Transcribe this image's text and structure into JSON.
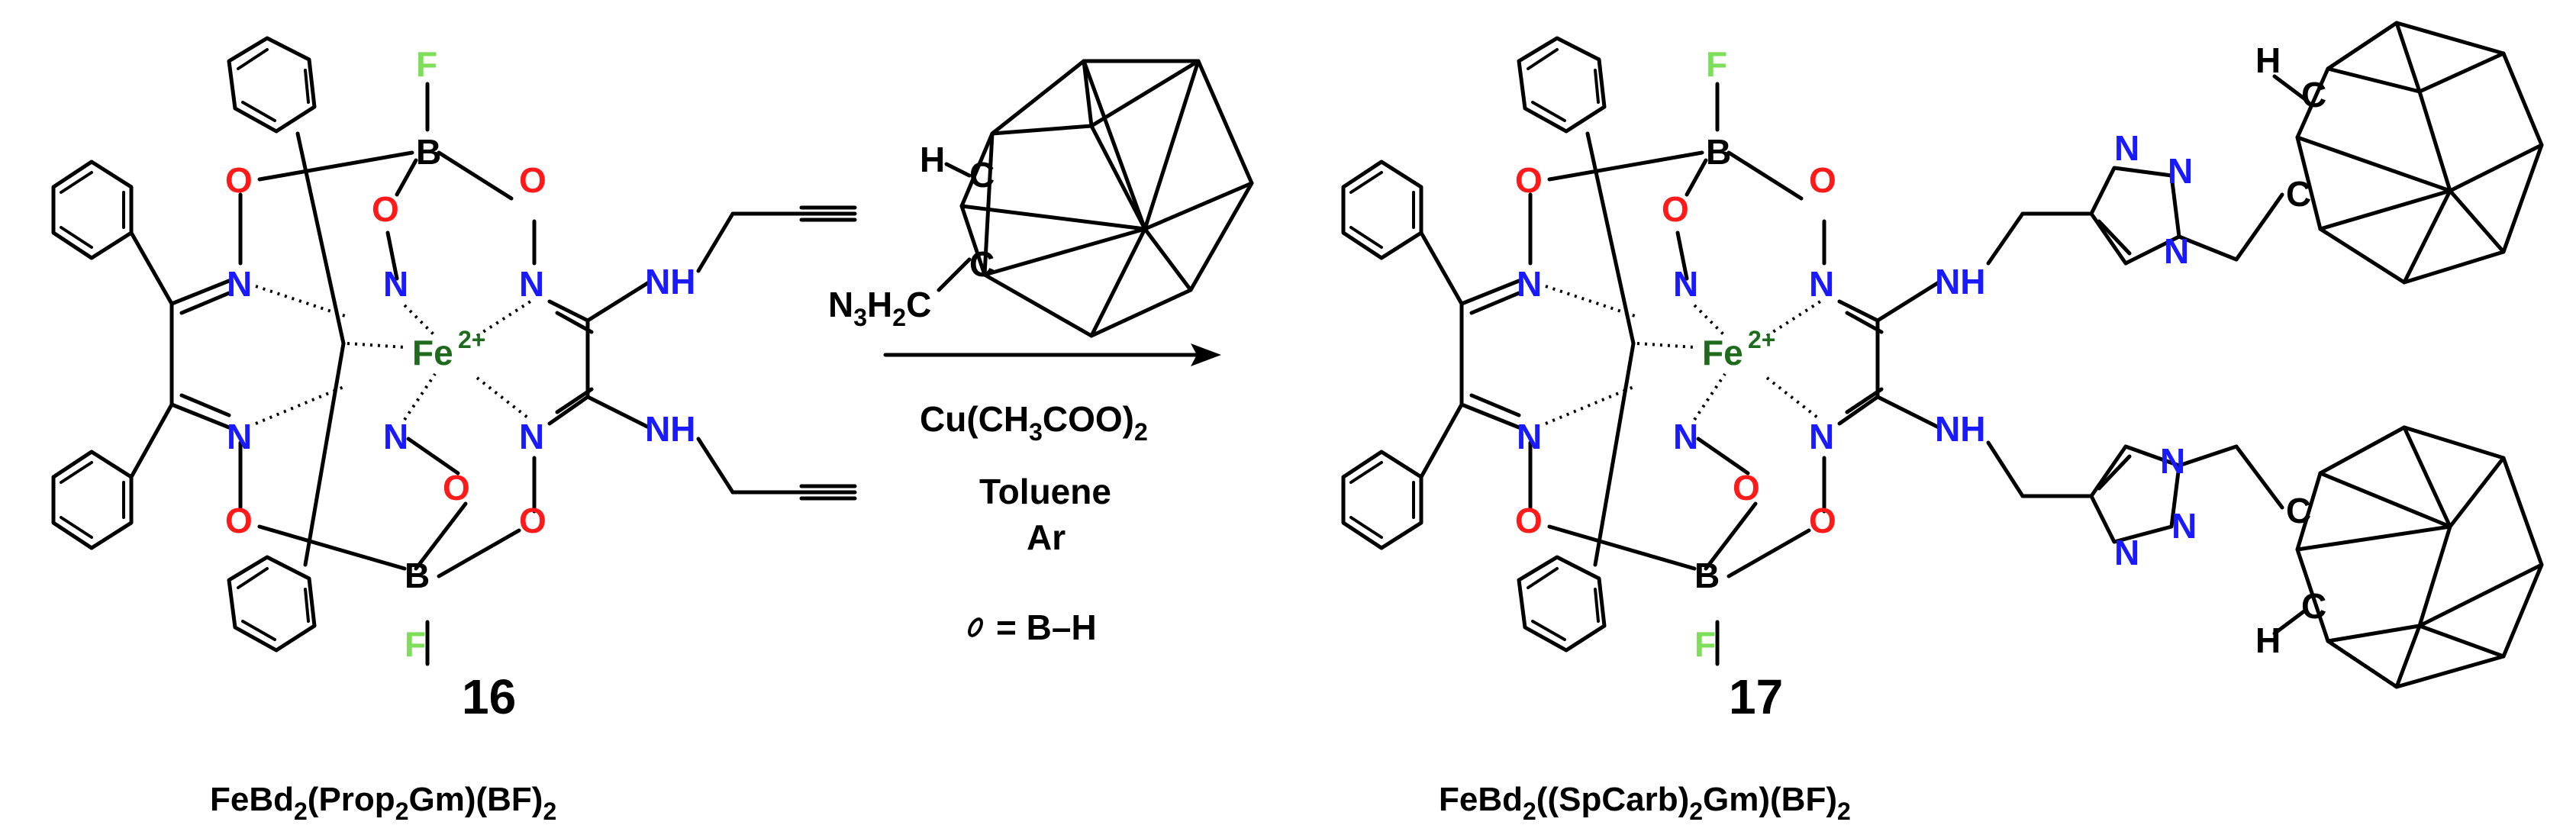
{
  "atoms": {
    "F": "F",
    "B": "B",
    "O": "O",
    "N": "N",
    "NH": "NH",
    "C": "C",
    "H": "H",
    "Fe": "Fe",
    "Fe_charge": "2+"
  },
  "reactant": {
    "number": "16",
    "name_parts": [
      "FeBd",
      "2",
      "(Prop",
      "2",
      "Gm)(BF)",
      "2"
    ]
  },
  "product": {
    "number": "17",
    "name_parts": [
      "FeBd",
      "2",
      "((SpCarb)",
      "2",
      "Gm)(BF)",
      "2"
    ]
  },
  "reagent": {
    "azide_parts": [
      "N",
      "3",
      "H",
      "2",
      "C"
    ],
    "catalyst_parts": [
      "Cu(CH",
      "3",
      "COO)",
      "2"
    ],
    "solvent": "Toluene",
    "atmosphere": "Ar",
    "legend": "= B–H"
  },
  "colors": {
    "nitrogen": "#1a1aff",
    "oxygen": "#ff1a1a",
    "fluorine": "#7dde5a",
    "iron": "#1e6b1e",
    "bond": "#000000"
  }
}
